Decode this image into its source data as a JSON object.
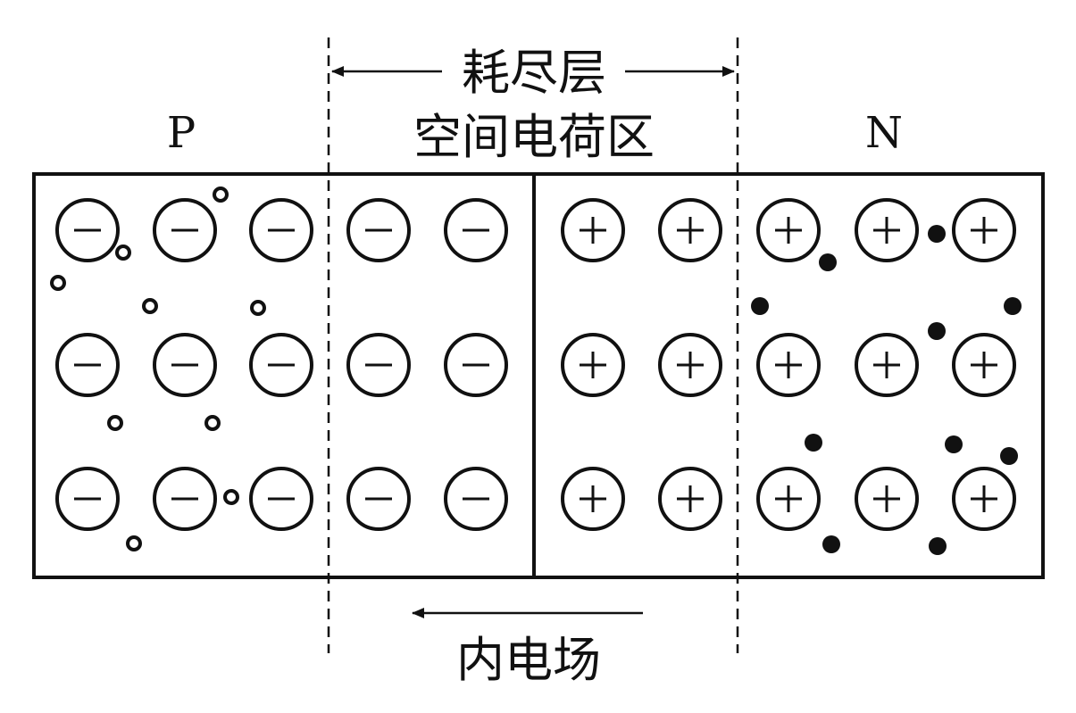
{
  "labels": {
    "depletion_layer": "耗尽层",
    "space_charge_region": "空间电荷区",
    "p_region": "P",
    "n_region": "N",
    "internal_field": "内电场"
  },
  "ions": {
    "p_side_sign": "−",
    "n_side_sign": "+",
    "rows": 3,
    "p_columns": 5,
    "n_columns": 5
  },
  "carriers": {
    "holes_count": 9,
    "electrons_count": 10
  },
  "colors": {
    "ink": "#111111",
    "background": "#ffffff"
  }
}
